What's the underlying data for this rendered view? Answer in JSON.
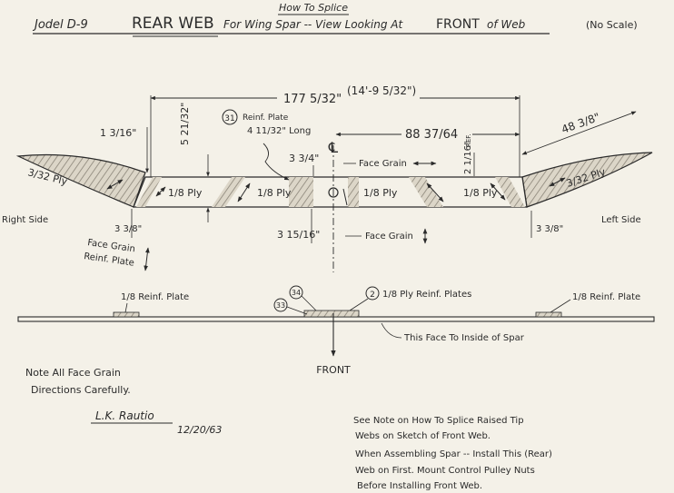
{
  "header": {
    "how_to_splice": "How To Splice",
    "aircraft": "Jodel D-9",
    "title_main": "REAR WEB",
    "title_rest": "For Wing Spar -- View Looking At",
    "front": "FRONT",
    "of_web": "of Web",
    "no_scale": "(No Scale)"
  },
  "dimensions": {
    "overall": "177 5/32\"",
    "overall_ft": "(14'-9 5/32\")",
    "to_center": "88 37/64",
    "tip_length": "48 3/8\"",
    "tip_drop_left": "1 3/16\"",
    "web_height": "5 21/32\"",
    "center_offset": "3 3/4\"",
    "ref_dim": "2 1/16\"",
    "ref_label": "REF.",
    "bottom_offset": "3 15/16\"",
    "tip_height_right": "3 3/8\"",
    "tip_height_left": "3 3/8\""
  },
  "callouts": {
    "plate_num_31": "31",
    "reinf_plate_31": "Reinf. Plate",
    "plate_length": "4 11/32\" Long",
    "centerline": "℄",
    "face_grain_top": "Face Grain",
    "face_grain_bottom": "Face Grain",
    "face_grain_left": "Face Grain",
    "reinf_plate_left": "Reinf. Plate",
    "right_side": "Right Side",
    "left_side": "Left Side"
  },
  "plies": {
    "tip_right_side": "3/32 Ply",
    "p1": "1/8 Ply",
    "p2": "1/8 Ply",
    "p3": "1/8 Ply",
    "p4": "1/8 Ply",
    "tip_left_side": "3/32 Ply"
  },
  "section": {
    "reinf_left": "1/8 Reinf. Plate",
    "reinf_right": "1/8 Reinf. Plate",
    "num_2": "2",
    "reinf_center": "1/8 Ply Reinf. Plates",
    "num_34": "34",
    "num_33": "33",
    "inside_face": "This Face To Inside of Spar",
    "front_arrow": "FRONT"
  },
  "notes": {
    "note1_line1": "Note All Face Grain",
    "note1_line2": "Directions Carefully.",
    "signature": "L.K. Rautio",
    "date": "12/20/63",
    "note2_line1": "See Note on How To Splice Raised Tip",
    "note2_line2": "Webs on Sketch of Front Web.",
    "note3_line1": "When Assembling Spar -- Install This (Rear)",
    "note3_line2": "Web on First. Mount Control Pulley Nuts",
    "note3_line3": "Before Installing Front Web."
  }
}
